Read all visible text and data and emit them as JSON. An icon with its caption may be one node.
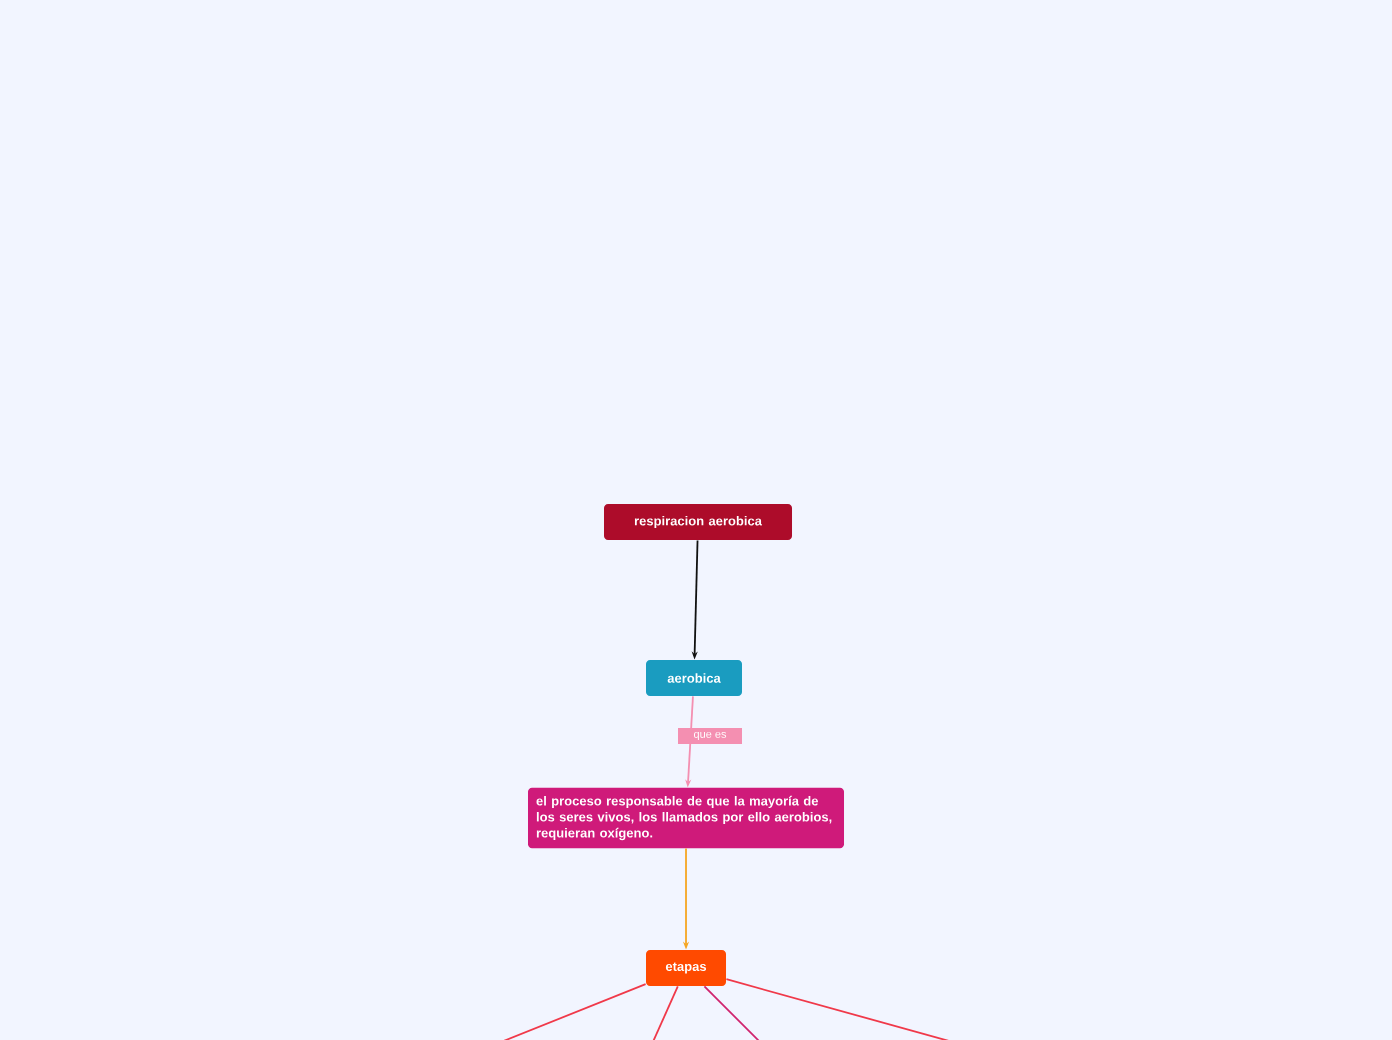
{
  "diagram": {
    "nodes": [
      {
        "text": [
          "respiracion aerobica"
        ]
      },
      {
        "text": [
          "aerobica"
        ]
      },
      {
        "text": [
          "el proceso responsable de que la mayoría de los seres vivos, los llamados por ello aerobios, requieran oxígeno."
        ]
      },
      {
        "text": [
          "etapas"
        ]
      }
    ],
    "edges": [
      {
        "from": 0,
        "to": 1,
        "arrow": "to",
        "color": "#111111"
      },
      {
        "from": 1,
        "to": 2,
        "arrow": "to",
        "label": "que es",
        "color": "#f48fb1"
      },
      {
        "from": 2,
        "to": 3,
        "arrow": "to",
        "color": "#f5a623"
      },
      {
        "from": 3,
        "to": null,
        "arrow": "none",
        "color": "#f0394a"
      },
      {
        "from": 3,
        "to": null,
        "arrow": "none",
        "color": "#f0394a"
      },
      {
        "from": 3,
        "to": null,
        "arrow": "none",
        "color": "#d0246e"
      },
      {
        "from": 3,
        "to": null,
        "arrow": "none",
        "color": "#f0394a"
      }
    ]
  }
}
